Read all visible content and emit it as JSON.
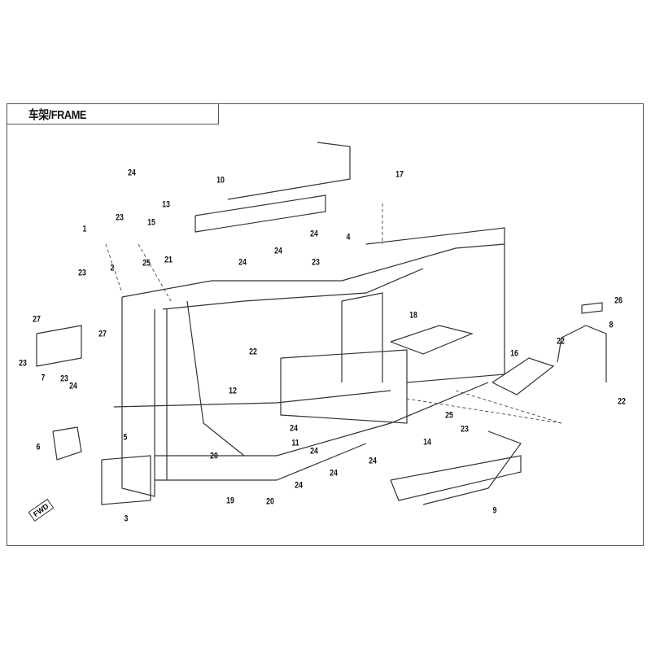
{
  "title": "车架/FRAME",
  "fwd_label": "FWD",
  "callouts": [
    "24",
    "13",
    "10",
    "17",
    "23",
    "1",
    "15",
    "4",
    "24",
    "24",
    "24",
    "23",
    "25",
    "21",
    "2",
    "23",
    "27",
    "27",
    "23",
    "7",
    "23",
    "24",
    "26",
    "8",
    "22",
    "22",
    "18",
    "16",
    "22",
    "12",
    "24",
    "11",
    "24",
    "25",
    "23",
    "14",
    "24",
    "24",
    "24",
    "5",
    "6",
    "20",
    "19",
    "20",
    "3",
    "9"
  ]
}
